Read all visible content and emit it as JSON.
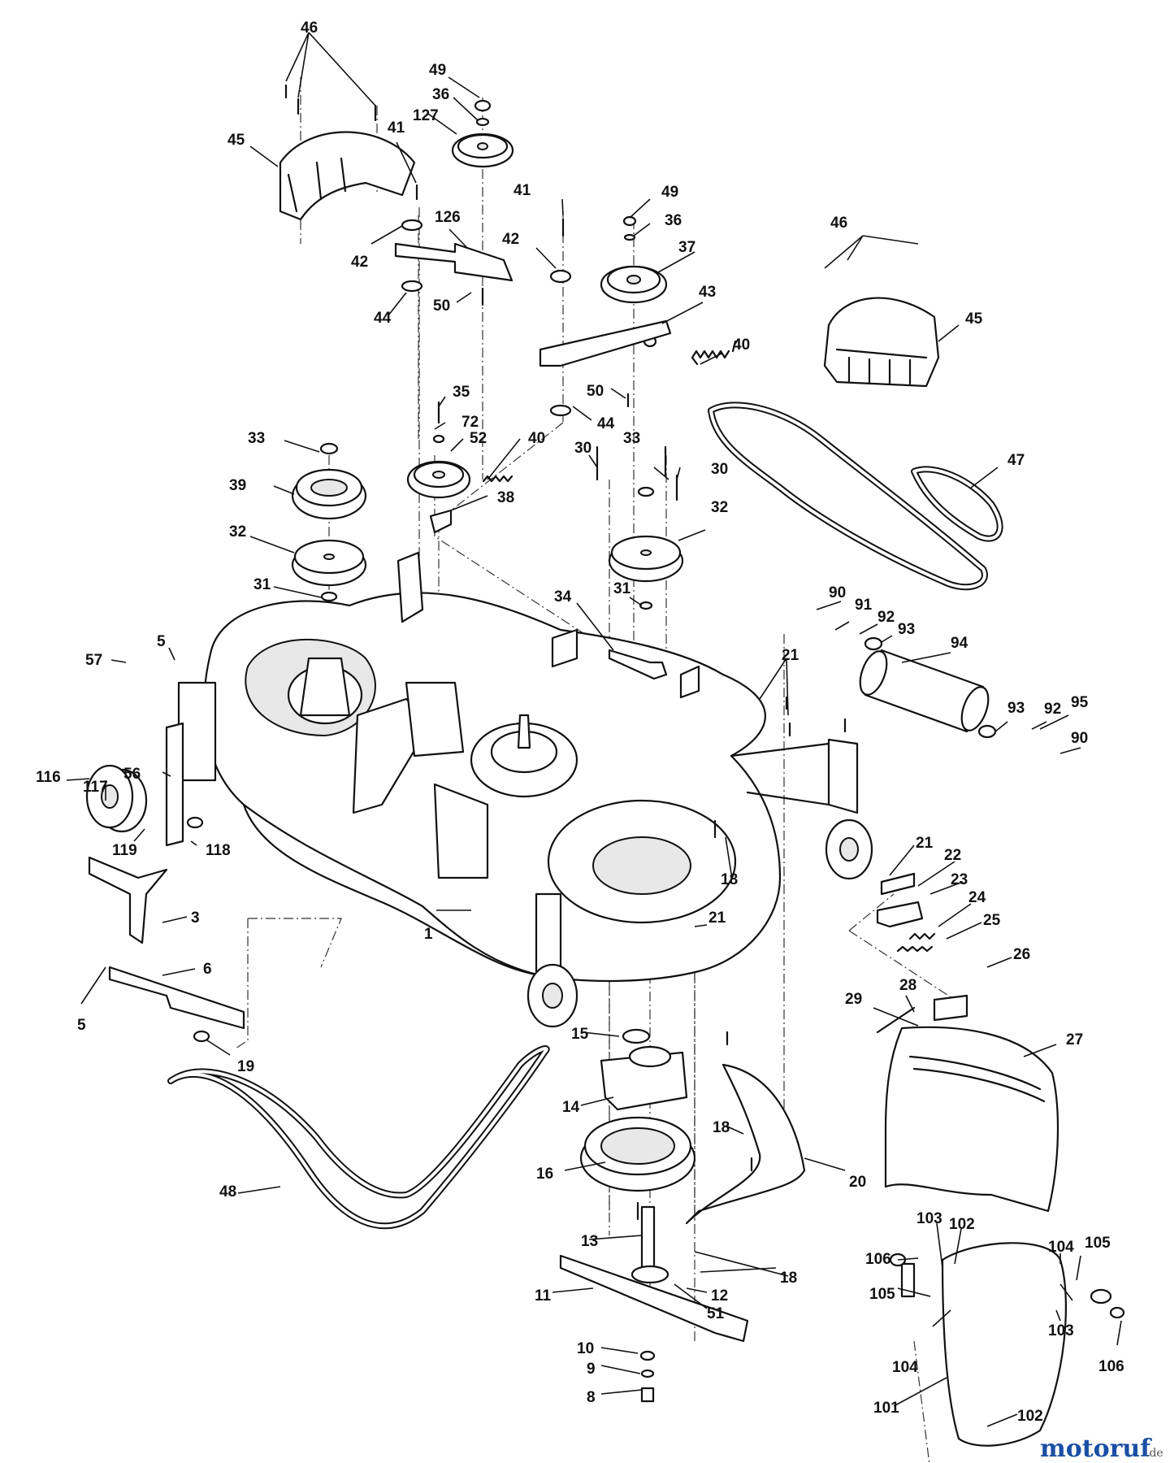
{
  "diagram": {
    "callouts": [
      {
        "id": "c46a",
        "text": "46"
      },
      {
        "id": "c45a",
        "text": "45"
      },
      {
        "id": "c49a",
        "text": "49"
      },
      {
        "id": "c36a",
        "text": "36"
      },
      {
        "id": "c127",
        "text": "127"
      },
      {
        "id": "c41a",
        "text": "41"
      },
      {
        "id": "c126",
        "text": "126"
      },
      {
        "id": "c42a",
        "text": "42"
      },
      {
        "id": "c44a",
        "text": "44"
      },
      {
        "id": "c50a",
        "text": "50"
      },
      {
        "id": "c41b",
        "text": "41"
      },
      {
        "id": "c49b",
        "text": "49"
      },
      {
        "id": "c36b",
        "text": "36"
      },
      {
        "id": "c37",
        "text": "37"
      },
      {
        "id": "c42b",
        "text": "42"
      },
      {
        "id": "c43",
        "text": "43"
      },
      {
        "id": "c46b",
        "text": "46"
      },
      {
        "id": "c45b",
        "text": "45"
      },
      {
        "id": "c40a",
        "text": "40"
      },
      {
        "id": "c50b",
        "text": "50"
      },
      {
        "id": "c44b",
        "text": "44"
      },
      {
        "id": "c35",
        "text": "35"
      },
      {
        "id": "c72",
        "text": "72"
      },
      {
        "id": "c52",
        "text": "52"
      },
      {
        "id": "c40b",
        "text": "40"
      },
      {
        "id": "c33a",
        "text": "33"
      },
      {
        "id": "c39",
        "text": "39"
      },
      {
        "id": "c38",
        "text": "38"
      },
      {
        "id": "c30a",
        "text": "30"
      },
      {
        "id": "c33b",
        "text": "33"
      },
      {
        "id": "c30b",
        "text": "30"
      },
      {
        "id": "c47",
        "text": "47"
      },
      {
        "id": "c32a",
        "text": "32"
      },
      {
        "id": "c32b",
        "text": "32"
      },
      {
        "id": "c31a",
        "text": "31"
      },
      {
        "id": "c34",
        "text": "34"
      },
      {
        "id": "c31b",
        "text": "31"
      },
      {
        "id": "c90a",
        "text": "90"
      },
      {
        "id": "c91",
        "text": "91"
      },
      {
        "id": "c92a",
        "text": "92"
      },
      {
        "id": "c93a",
        "text": "93"
      },
      {
        "id": "c94",
        "text": "94"
      },
      {
        "id": "c5a",
        "text": "5"
      },
      {
        "id": "c57",
        "text": "57"
      },
      {
        "id": "c21a",
        "text": "21"
      },
      {
        "id": "c93b",
        "text": "93"
      },
      {
        "id": "c92b",
        "text": "92"
      },
      {
        "id": "c95",
        "text": "95"
      },
      {
        "id": "c90b",
        "text": "90"
      },
      {
        "id": "c116",
        "text": "116"
      },
      {
        "id": "c117",
        "text": "117"
      },
      {
        "id": "c56",
        "text": "56"
      },
      {
        "id": "c119",
        "text": "119"
      },
      {
        "id": "c118",
        "text": "118"
      },
      {
        "id": "c18a",
        "text": "18"
      },
      {
        "id": "c21b",
        "text": "21"
      },
      {
        "id": "c22",
        "text": "22"
      },
      {
        "id": "c23",
        "text": "23"
      },
      {
        "id": "c24",
        "text": "24"
      },
      {
        "id": "c25",
        "text": "25"
      },
      {
        "id": "c3",
        "text": "3"
      },
      {
        "id": "c1",
        "text": "1"
      },
      {
        "id": "c21c",
        "text": "21"
      },
      {
        "id": "c6",
        "text": "6"
      },
      {
        "id": "c26",
        "text": "26"
      },
      {
        "id": "c5b",
        "text": "5"
      },
      {
        "id": "c28",
        "text": "28"
      },
      {
        "id": "c29",
        "text": "29"
      },
      {
        "id": "c15",
        "text": "15"
      },
      {
        "id": "c19",
        "text": "19"
      },
      {
        "id": "c27",
        "text": "27"
      },
      {
        "id": "c14",
        "text": "14"
      },
      {
        "id": "c18b",
        "text": "18"
      },
      {
        "id": "c16",
        "text": "16"
      },
      {
        "id": "c20",
        "text": "20"
      },
      {
        "id": "c48",
        "text": "48"
      },
      {
        "id": "c13",
        "text": "13"
      },
      {
        "id": "c103a",
        "text": "103"
      },
      {
        "id": "c102a",
        "text": "102"
      },
      {
        "id": "c106a",
        "text": "106"
      },
      {
        "id": "c18c",
        "text": "18"
      },
      {
        "id": "c11",
        "text": "11"
      },
      {
        "id": "c12",
        "text": "12"
      },
      {
        "id": "c105a",
        "text": "105"
      },
      {
        "id": "c104a",
        "text": "104"
      },
      {
        "id": "c105b",
        "text": "105"
      },
      {
        "id": "c51",
        "text": "51"
      },
      {
        "id": "c10",
        "text": "10"
      },
      {
        "id": "c9",
        "text": "9"
      },
      {
        "id": "c104b",
        "text": "104"
      },
      {
        "id": "c103b",
        "text": "103"
      },
      {
        "id": "c106b",
        "text": "106"
      },
      {
        "id": "c8",
        "text": "8"
      },
      {
        "id": "c101",
        "text": "101"
      },
      {
        "id": "c102b",
        "text": "102"
      }
    ]
  },
  "watermark": {
    "brand": "motoruf",
    "suffix": ".de",
    "color_main": "#1a4fa3",
    "color_o": "#f2a900"
  }
}
